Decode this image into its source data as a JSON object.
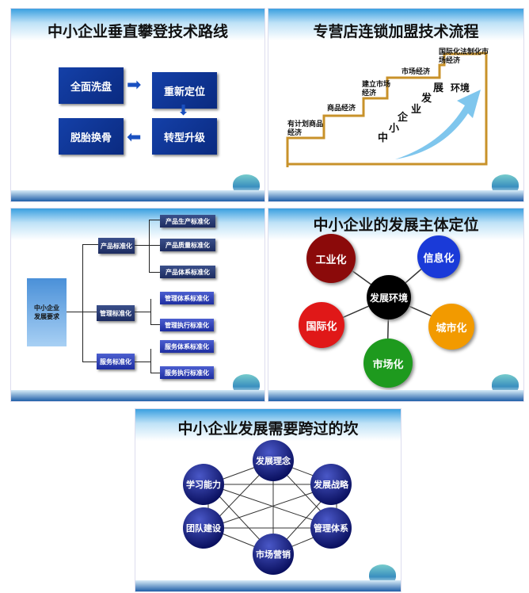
{
  "slide1": {
    "title": "中小企业垂直攀登技术路线",
    "boxes": [
      "全面洗盘",
      "重新定位",
      "转型升级",
      "脱胎换骨"
    ]
  },
  "slide2": {
    "title": "专营店连锁加盟技术流程",
    "steps": [
      "有计划商品经济",
      "商品经济",
      "建立市场经济",
      "市场经济",
      "国际化法制化市场经济"
    ],
    "arrow_text": [
      "中",
      "小",
      "企",
      "业",
      "发",
      "展",
      "环境"
    ]
  },
  "slide3": {
    "root": "中小企业发展要求",
    "groups": [
      {
        "label": "产品标准化",
        "items": [
          "产品生产标准化",
          "产品质量标准化",
          "产品体系标准化"
        ]
      },
      {
        "label": "管理标准化",
        "items": [
          "管理体系标准化",
          "管理执行标准化"
        ]
      },
      {
        "label": "服务标准化",
        "items": [
          "服务体系标准化",
          "服务执行标准化"
        ]
      }
    ]
  },
  "slide4": {
    "title": "中小企业的发展主体定位",
    "center": "发展环境",
    "nodes": [
      {
        "label": "工业化",
        "color": "#8b0a0a"
      },
      {
        "label": "信息化",
        "color": "#1a3ad8"
      },
      {
        "label": "城市化",
        "color": "#f29a00"
      },
      {
        "label": "市场化",
        "color": "#1e9a1e"
      },
      {
        "label": "国际化",
        "color": "#e01818"
      }
    ]
  },
  "slide5": {
    "title": "中小企业发展需要跨过的坎",
    "nodes": [
      "发展理念",
      "发展战略",
      "管理体系",
      "市场营销",
      "团队建设",
      "学习能力"
    ]
  }
}
